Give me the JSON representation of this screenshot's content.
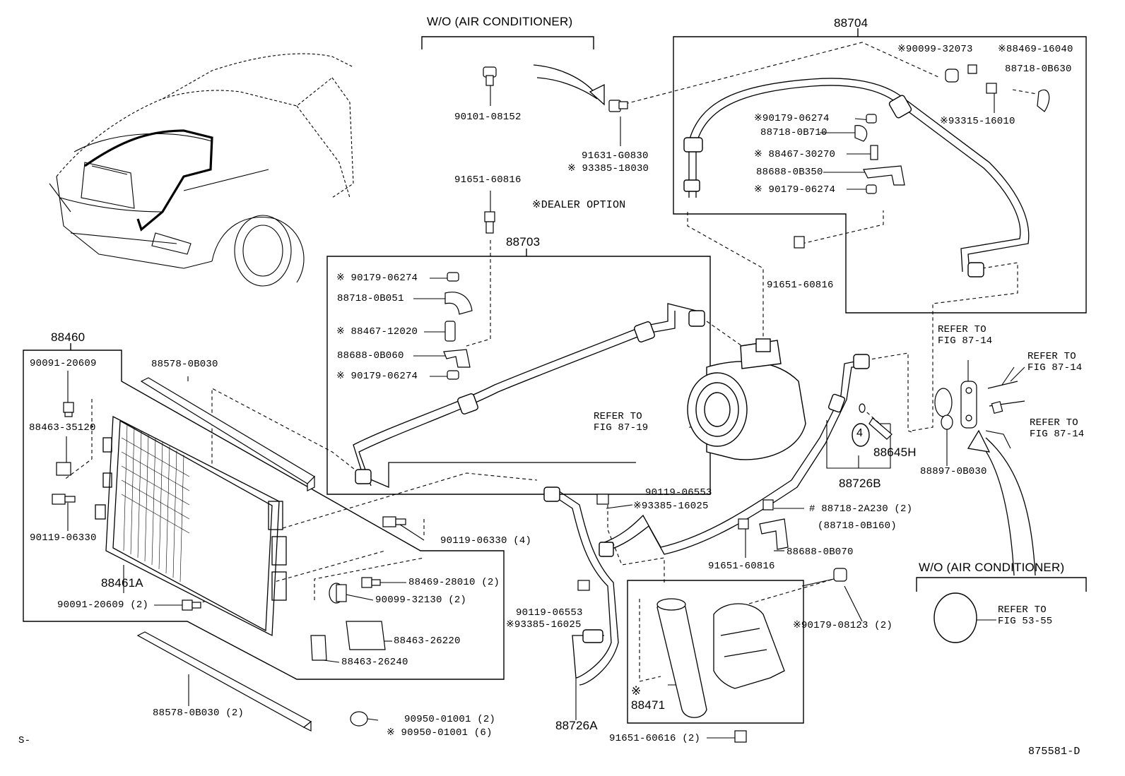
{
  "header": {
    "wo_ac_top": "W/O (AIR CONDITIONER)",
    "wo_ac_bottom": "W/O (AIR CONDITIONER)",
    "dealer_option": "※DEALER OPTION"
  },
  "groups": {
    "g88704": "88704",
    "g88703": "88703",
    "g88460": "88460",
    "g88726B": "88726B",
    "g88471_mark": "※",
    "g88471": "88471",
    "g88461A": "88461A",
    "g88726A": "88726A",
    "g88645H": "88645H",
    "circle4": "4"
  },
  "parts": {
    "p90101_08152": "90101-08152",
    "p91631_g0830": "91631-G0830",
    "p93385_18030": "※ 93385-18030",
    "p91651_60816_a": "91651-60816",
    "p90099_32073": "※90099-32073",
    "p88469_16040": "※88469-16040",
    "p88718_0b630": "88718-0B630",
    "p93315_16010": "※93315-16010",
    "p90179_06274_a": "※90179-06274",
    "p88718_0b710": "88718-0B710",
    "p88467_30270": "※ 88467-30270",
    "p88688_0b350": "88688-0B350",
    "p90179_06274_b": "※ 90179-06274",
    "p91651_60816_b": "91651-60816",
    "p90179_06274_c": "※ 90179-06274",
    "p88718_0b051": "88718-0B051",
    "p88467_12020": "※ 88467-12020",
    "p88688_0b060": "88688-0B060",
    "p90179_06274_d": "※ 90179-06274",
    "p90091_20609_a": "90091-20609",
    "p88578_0b030_a": "88578-0B030",
    "p88463_35120": "88463-35120",
    "p90119_06330_a": "90119-06330",
    "p90119_06330_b": "90119-06330 (4)",
    "p88469_28010": "88469-28010 (2)",
    "p90099_32130": "90099-32130 (2)",
    "p90091_20609_b": "90091-20609 (2)",
    "p88463_26220": "88463-26220",
    "p88463_26240": "88463-26240",
    "p88578_0b030_b": "88578-0B030 (2)",
    "p90950_01001_a": "90950-01001 (2)",
    "p90950_01001_b": "※ 90950-01001 (6)",
    "p90119_06553_a": "90119-06553",
    "p93385_16025_a": "※93385-16025",
    "p90119_06553_b": "90119-06553",
    "p93385_16025_b": "※93385-16025",
    "p88718_2a230": "# 88718-2A230 (2)",
    "p88718_0b160": "(88718-0B160)",
    "p88688_0b070": "88688-0B070",
    "p91651_60816_c": "91651-60816",
    "p90179_08123": "※90179-08123 (2)",
    "p91651_60616": "91651-60616 (2)",
    "p88897_0b030": "88897-0B030"
  },
  "refs": {
    "ref_87_19_a": "REFER TO",
    "ref_87_19_b": "FIG 87-19",
    "ref_87_14_1a": "REFER TO",
    "ref_87_14_1b": "FIG 87-14",
    "ref_87_14_2a": "REFER TO",
    "ref_87_14_2b": "FIG 87-14",
    "ref_87_14_3a": "REFER TO",
    "ref_87_14_3b": "FIG 87-14",
    "ref_53_55_a": "REFER TO",
    "ref_53_55_b": "FIG 53-55"
  },
  "footer": {
    "left_code": "S-",
    "drawing_no": "875581-D"
  }
}
